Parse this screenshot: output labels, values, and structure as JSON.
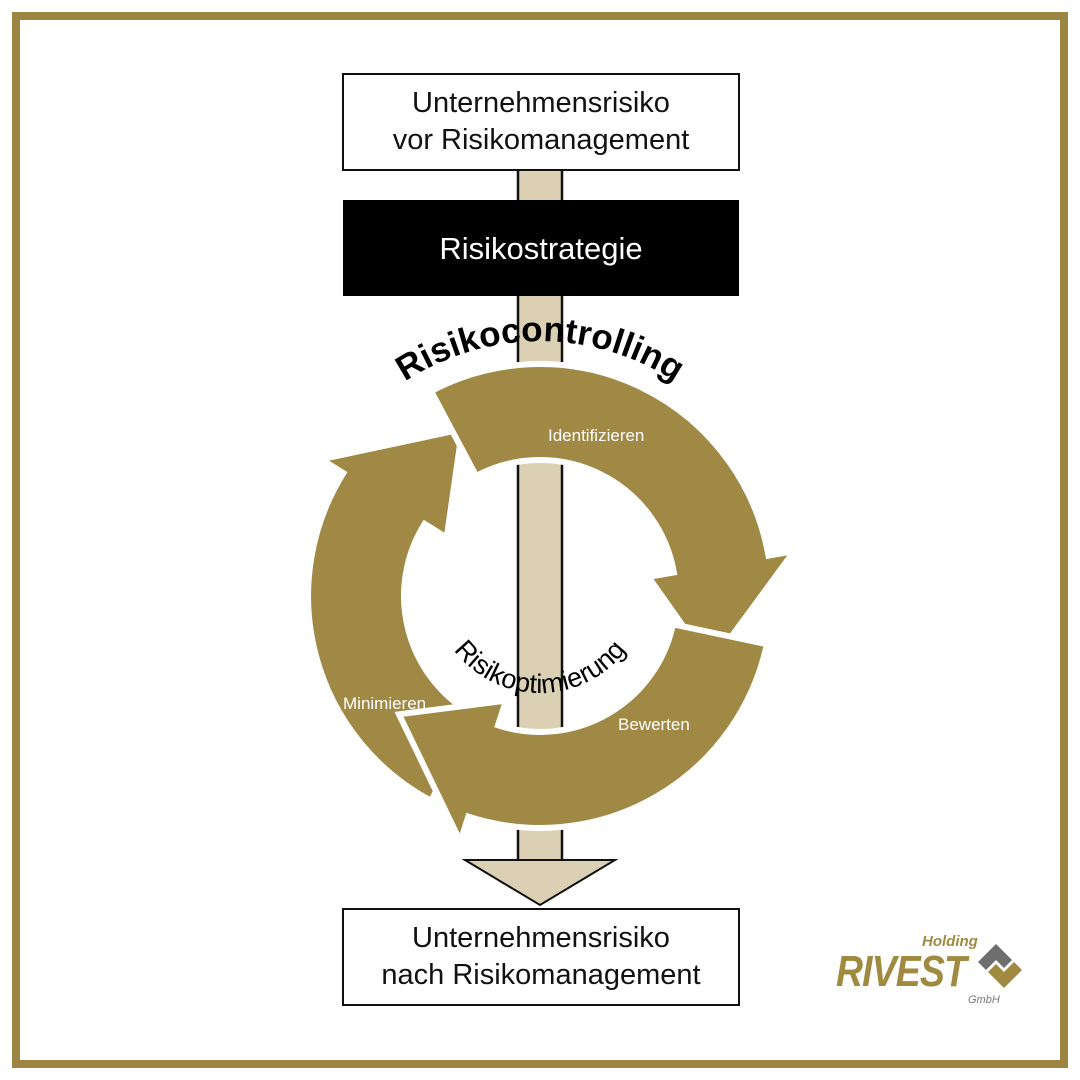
{
  "colors": {
    "gold": "#a08944",
    "shaft": "#dcd0b4",
    "frame": "#9c8540"
  },
  "top_box": {
    "line1": "Unternehmensrisiko",
    "line2": "vor Risikomanagement"
  },
  "strategy_box": {
    "label": "Risikostrategie"
  },
  "cycle": {
    "outer_label": "Risikocontrolling",
    "inner_label": "Risikoptimierung",
    "steps": [
      {
        "label": "Identifizieren"
      },
      {
        "label": "Bewerten"
      },
      {
        "label": "Minimieren"
      }
    ]
  },
  "bottom_box": {
    "line1": "Unternehmensrisiko",
    "line2": "nach Risikomanagement"
  },
  "logo": {
    "holding": "Holding",
    "name": "RIVEST",
    "suffix": "GmbH"
  }
}
